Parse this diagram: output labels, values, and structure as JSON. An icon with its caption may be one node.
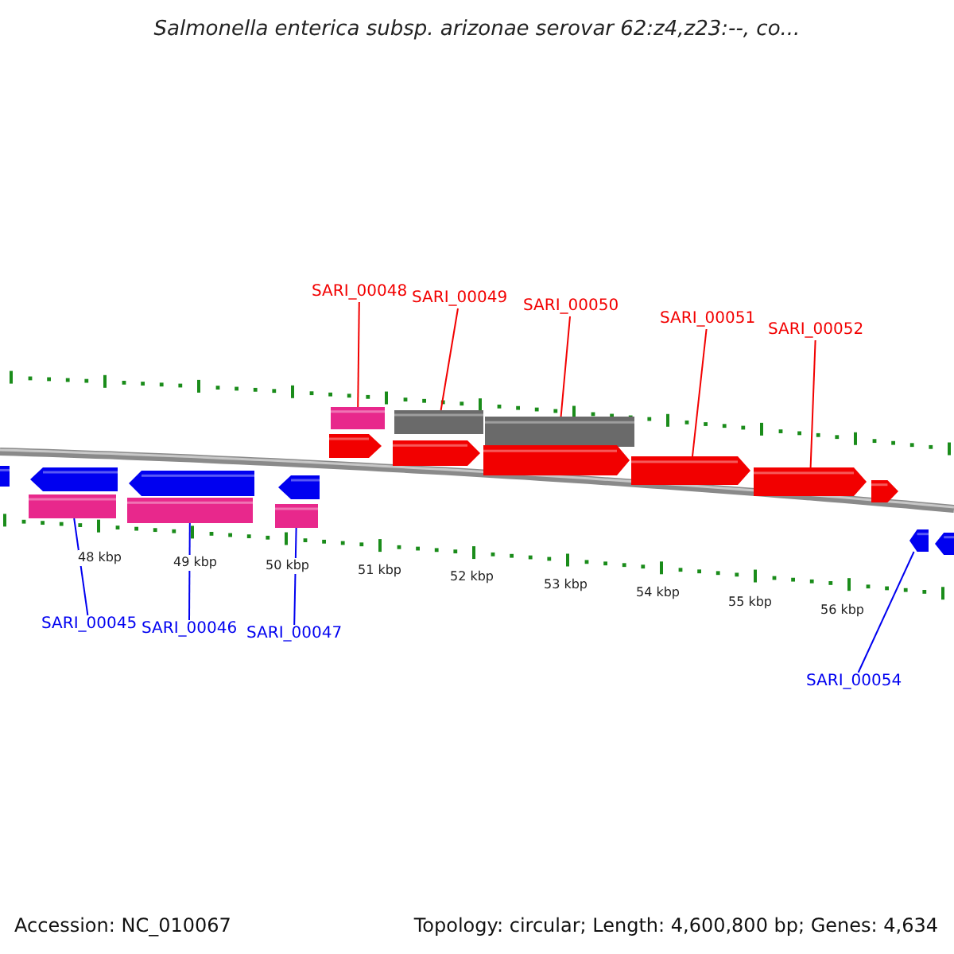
{
  "diagram": {
    "title": "Salmonella enterica subsp. arizonae serovar 62:z4,z23:--, co...",
    "nodes": [
      {
        "text": [
          "SARI_00048"
        ]
      },
      {
        "text": [
          "SARI_00049"
        ]
      },
      {
        "text": [
          "SARI_00050"
        ]
      },
      {
        "text": [
          "SARI_00051"
        ]
      },
      {
        "text": [
          "SARI_00052"
        ]
      },
      {
        "text": [],
        "shape": "box"
      },
      {
        "text": [],
        "shape": "box"
      },
      {
        "text": [],
        "shape": "box"
      },
      {
        "text": [],
        "shape": "arrow"
      },
      {
        "text": [],
        "shape": "arrow"
      },
      {
        "text": [],
        "shape": "arrow"
      },
      {
        "text": [],
        "shape": "arrow"
      },
      {
        "text": [],
        "shape": "arrow"
      },
      {
        "text": [],
        "shape": "arrow"
      },
      {
        "text": [],
        "shape": "arrow"
      },
      {
        "text": [],
        "shape": "arrow"
      },
      {
        "text": [],
        "shape": "arrow"
      },
      {
        "text": [],
        "shape": "arrow"
      },
      {
        "text": [],
        "shape": "box"
      },
      {
        "text": [],
        "shape": "box"
      },
      {
        "text": [],
        "shape": "box"
      },
      {
        "text": [],
        "shape": "arrow"
      },
      {
        "text": [],
        "shape": "arrow"
      },
      {
        "text": [
          "SARI_00045"
        ]
      },
      {
        "text": [
          "SARI_00046"
        ]
      },
      {
        "text": [
          "SARI_00047"
        ]
      },
      {
        "text": [
          "SARI_00054"
        ]
      }
    ],
    "edges": [
      {
        "from": 0,
        "to": 5,
        "arrow": "none"
      },
      {
        "from": 1,
        "to": 6,
        "arrow": "none"
      },
      {
        "from": 2,
        "to": 7,
        "arrow": "none"
      },
      {
        "from": 3,
        "to": 11,
        "arrow": "none"
      },
      {
        "from": 4,
        "to": 12,
        "arrow": "none"
      },
      {
        "from": 23,
        "to": 18,
        "arrow": "none",
        "color": "#0000f0"
      },
      {
        "from": 24,
        "to": 19,
        "arrow": "none",
        "color": "#0000f0"
      },
      {
        "from": 25,
        "to": 20,
        "arrow": "none",
        "color": "#0000f0"
      },
      {
        "from": 26,
        "to": 21,
        "arrow": "none",
        "color": "#0000f0"
      }
    ],
    "labels": [
      "48 kbp",
      "49 kbp",
      "50 kbp",
      "51 kbp",
      "52 kbp",
      "53 kbp",
      "54 kbp",
      "55 kbp",
      "56 kbp",
      "Accession: NC_010067",
      "Topology: circular; Length: 4,600,800 bp; Genes: 4,634"
    ]
  }
}
